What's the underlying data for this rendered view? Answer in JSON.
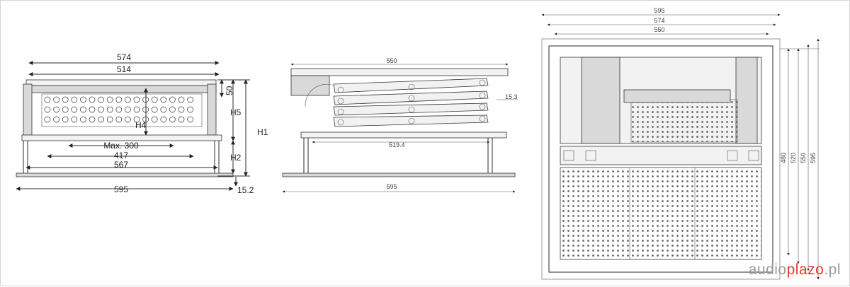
{
  "front_view": {
    "dims": {
      "w574": "574",
      "w514": "514",
      "h50": "50",
      "h5": "H5",
      "h4": "H4",
      "h1": "H1",
      "max300": "Max. 300",
      "w417": "417",
      "w567": "567",
      "h2": "H2",
      "w595": "595",
      "h15_2": "15.2"
    }
  },
  "side_view": {
    "dims": {
      "w550": "550",
      "d15_3": "15.3",
      "w519_4": "519.4",
      "w595": "595"
    }
  },
  "top_view": {
    "dims": {
      "w595": "595",
      "w574": "574",
      "w550": "550",
      "v480": "480",
      "v520": "520",
      "v550": "550",
      "v595": "595"
    }
  },
  "logo": {
    "part1": "audio",
    "part2": "plazo",
    "part3": ".pl",
    "accent": "#e03a2b",
    "base": "#9a9a9a"
  }
}
